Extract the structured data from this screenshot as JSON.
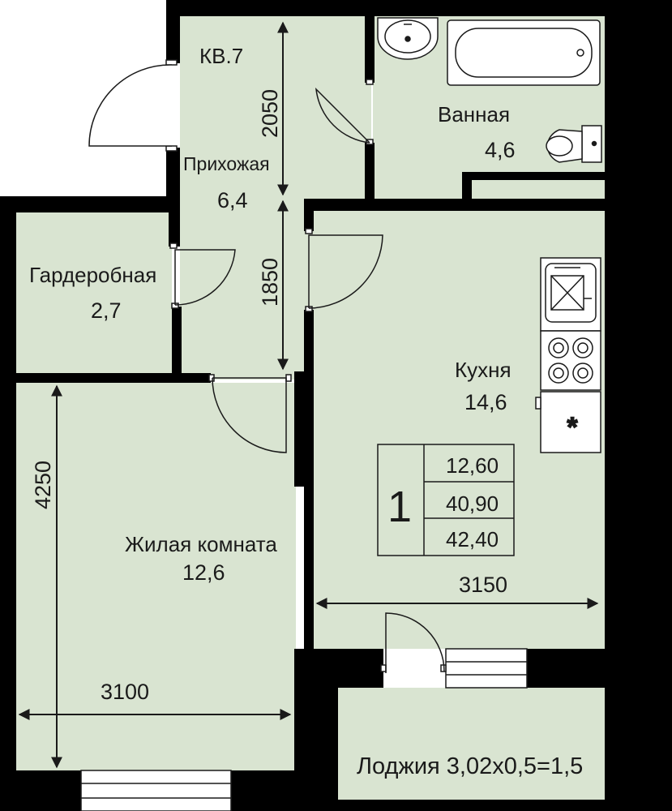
{
  "apartment": {
    "label": "КВ.7"
  },
  "rooms": {
    "hall": {
      "name": "Прихожая",
      "area": "6,4"
    },
    "bath": {
      "name": "Ванная",
      "area": "4,6"
    },
    "wardrobe": {
      "name": "Гардеробная",
      "area": "2,7"
    },
    "kitchen": {
      "name": "Кухня",
      "area": "14,6"
    },
    "living": {
      "name": "Жилая комната",
      "area": "12,6"
    },
    "loggia": {
      "name": "Лоджия 3,02х0,5=1,5"
    }
  },
  "dimensions": {
    "hall_upper": "2050",
    "hall_lower": "1850",
    "living_height": "4250",
    "living_width": "3100",
    "kitchen_width": "3150"
  },
  "summary": {
    "rooms_count": "1",
    "living_area": "12,60",
    "total_area": "40,90",
    "total_with_loggia": "42,40"
  },
  "colors": {
    "floor": "#d9e4d1",
    "wall": "#000000",
    "fixture": "#ffffff"
  }
}
